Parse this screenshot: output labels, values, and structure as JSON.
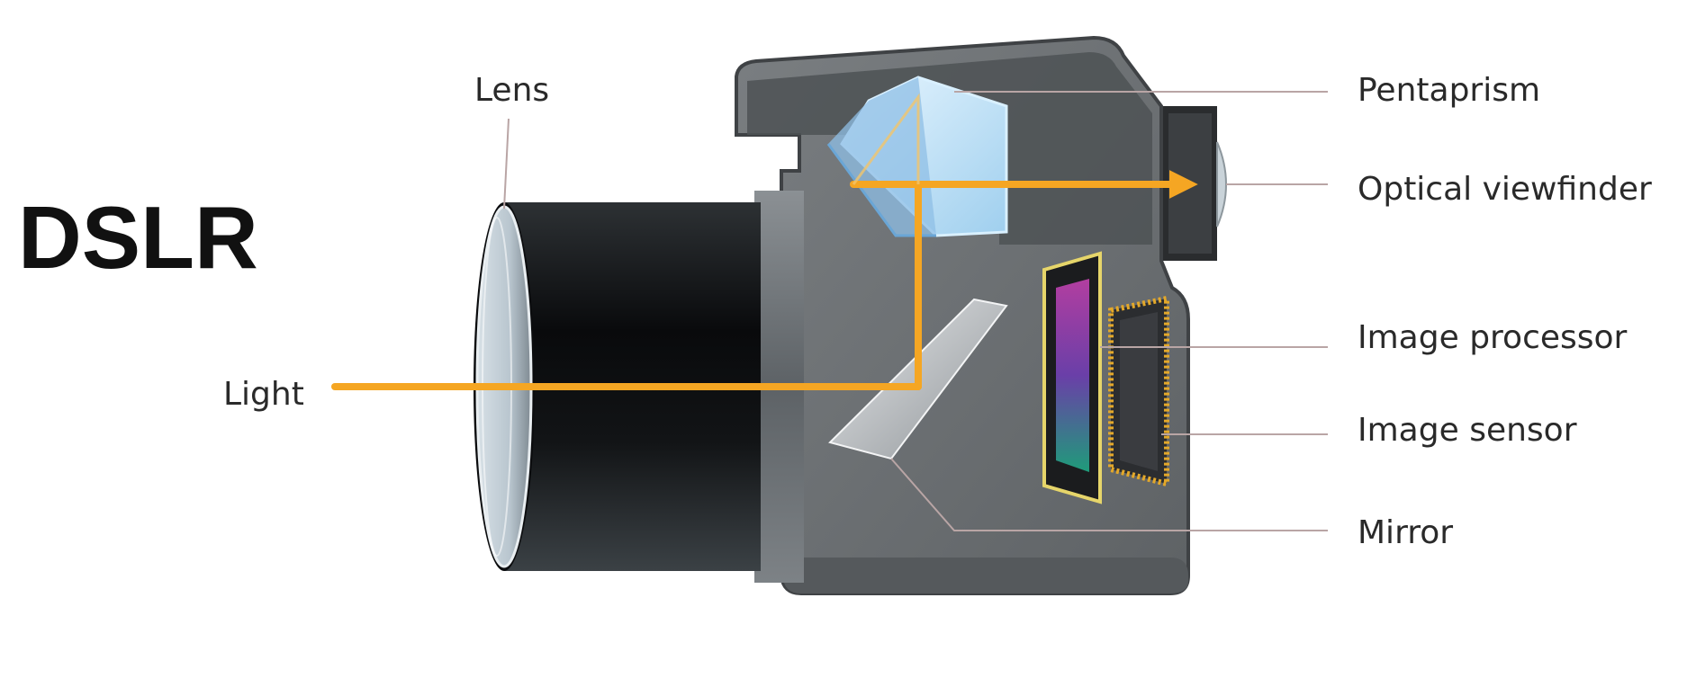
{
  "diagram": {
    "title": "DSLR",
    "labels": {
      "lens": "Lens",
      "light": "Light",
      "pentaprism": "Pentaprism",
      "optical_viewfinder": "Optical viewfinder",
      "image_processor": "Image processor",
      "image_sensor": "Image sensor",
      "mirror": "Mirror"
    },
    "colors": {
      "light_path": "#f5a623",
      "body": "#6f7376",
      "body_dark": "#4a4d50",
      "lens_barrel": "#15171a",
      "prism": "#bfe3f6",
      "leader_line": "#b9a5a5",
      "label_text": "#2a2a2a"
    }
  }
}
